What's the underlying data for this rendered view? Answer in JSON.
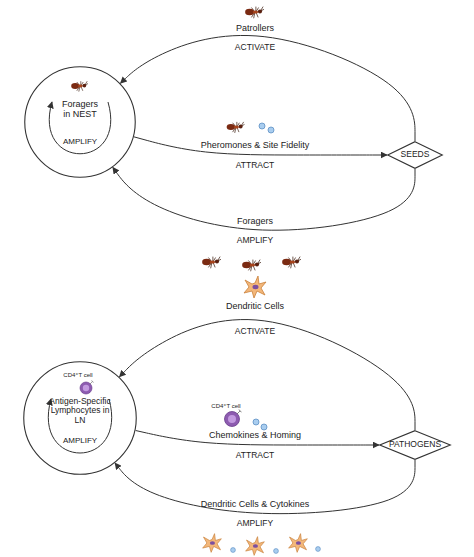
{
  "diagram": {
    "nodes": [
      {
        "text": [
          "Foragers in NEST",
          "AMPLIFY"
        ]
      },
      {
        "text": [
          "SEEDS"
        ]
      },
      {
        "text": [
          "Antigen-Specific Lymphocytes in LN",
          "AMPLIFY"
        ]
      },
      {
        "text": [
          "PATHOGENS"
        ]
      }
    ],
    "edges": [
      {
        "from": 1,
        "to": 0,
        "label": "ACTIVATE",
        "arrow": "to"
      },
      {
        "from": 0,
        "to": 1,
        "label": "ATTRACT",
        "arrow": "to"
      },
      {
        "from": 1,
        "to": 0,
        "label": "AMPLIFY",
        "arrow": "to"
      },
      {
        "from": 3,
        "to": 2,
        "label": "ACTIVATE",
        "arrow": "to"
      },
      {
        "from": 2,
        "to": 3,
        "label": "ATTRACT",
        "arrow": "to"
      },
      {
        "from": 3,
        "to": 2,
        "label": "AMPLIFY",
        "arrow": "to"
      }
    ],
    "labels": [
      "Patrollers",
      "Pheromones & Site Fidelity",
      "Foragers",
      "Dendritic Cells",
      "CD4⁺T cell",
      "CD4⁺T cell",
      "Chemokines & Homing",
      "Dendritic Cells & Cytokines"
    ]
  }
}
